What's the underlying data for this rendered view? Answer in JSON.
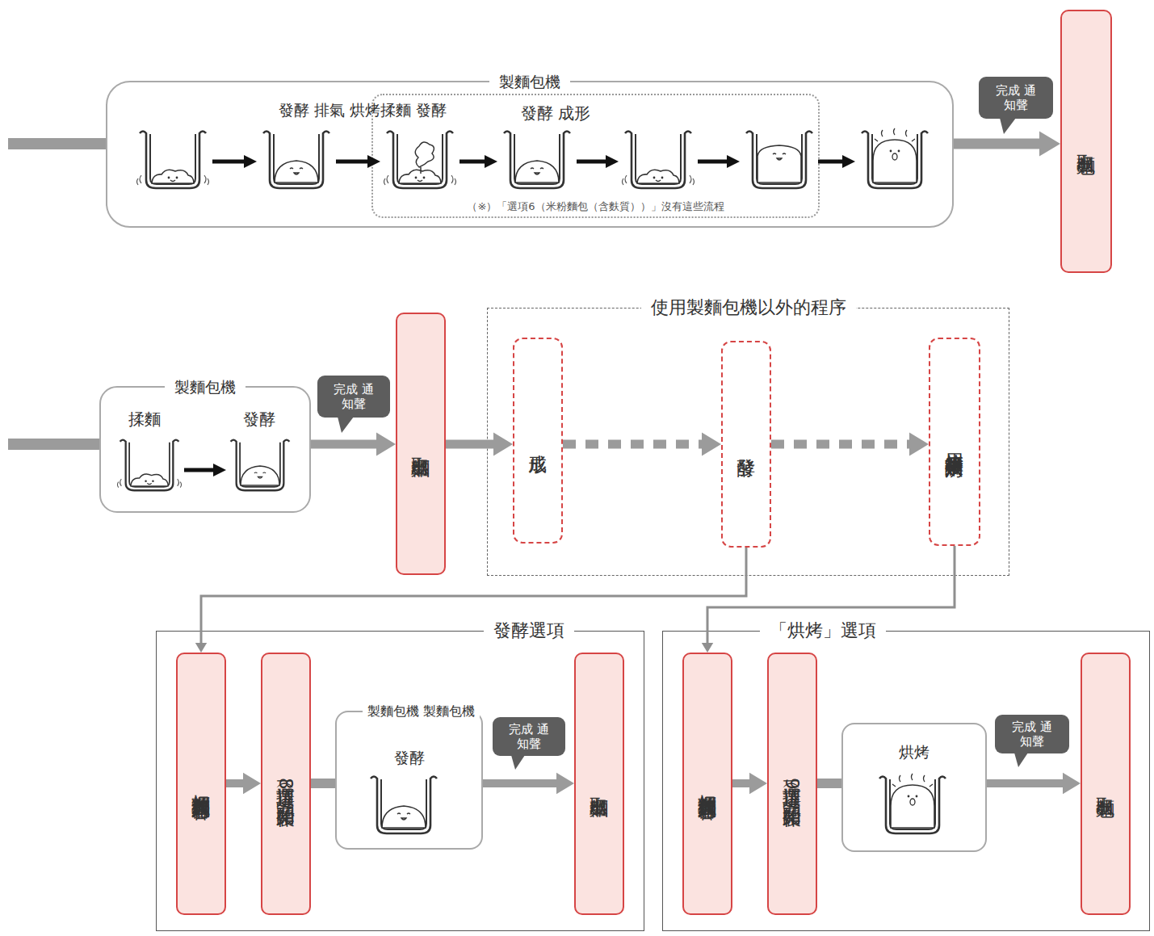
{
  "diagram": {
    "nodes": [
      {
        "text": [
          "製麵包機"
        ]
      },
      {
        "text": [
          "（※）「選項6（米粉麵包（含麩質））」沒有這些流程"
        ],
        "in": 0
      },
      {
        "text": [
          "完成 通知聲"
        ]
      },
      {
        "text": [
          "取出麵包"
        ]
      },
      {
        "text": [
          "製麵包機",
          "揉麵",
          "發酵"
        ]
      },
      {
        "text": [
          "完成 通知聲"
        ]
      },
      {
        "text": [
          "取出麵糰"
        ]
      },
      {
        "text": [
          "使用製麵包機以外的程序"
        ]
      },
      {
        "text": [
          "成形"
        ],
        "in": 7
      },
      {
        "text": [
          "發酵"
        ],
        "in": 7
      },
      {
        "text": [
          "用烤箱等設備來烘烤"
        ],
        "in": 7
      },
      {
        "text": [
          "發酵選項"
        ]
      },
      {
        "text": [
          "把麵糰放入麵包容器"
        ],
        "in": 11
      },
      {
        "text": [
          "選擇「選項（8）」開始製作"
        ],
        "in": 11
      },
      {
        "text": [
          "製麵包機 製麵包機",
          "發酵"
        ],
        "in": 11
      },
      {
        "text": [
          "完成 通知聲"
        ],
        "in": 11
      },
      {
        "text": [
          "取出麵糰"
        ],
        "in": 11
      },
      {
        "text": [
          "「烘烤」選項"
        ]
      },
      {
        "text": [
          "把麵糰放入麵包容器"
        ],
        "in": 17
      },
      {
        "text": [
          "選擇「選項（9）」開始製作"
        ],
        "in": 17
      },
      {
        "text": [
          "烘烤"
        ],
        "in": 17
      },
      {
        "text": [
          "完成 通知聲"
        ],
        "in": 17
      },
      {
        "text": [
          "取出麵包"
        ],
        "in": 17
      }
    ],
    "edges": [
      {
        "from": 0,
        "to": 3,
        "arrow": "to"
      },
      {
        "from": 4,
        "to": 6,
        "arrow": "to"
      },
      {
        "from": 6,
        "to": 8,
        "arrow": "to"
      },
      {
        "from": 8,
        "to": 9,
        "arrow": "to"
      },
      {
        "from": 9,
        "to": 10,
        "arrow": "to"
      },
      {
        "from": 9,
        "to": 12,
        "arrow": "to"
      },
      {
        "from": 12,
        "to": 13,
        "arrow": "to"
      },
      {
        "from": 13,
        "to": 14,
        "arrow": "none"
      },
      {
        "from": 14,
        "to": 16,
        "arrow": "to"
      },
      {
        "from": 10,
        "to": 18,
        "arrow": "to"
      },
      {
        "from": 18,
        "to": 19,
        "arrow": "to"
      },
      {
        "from": 19,
        "to": 20,
        "arrow": "none"
      },
      {
        "from": 20,
        "to": 22,
        "arrow": "to"
      }
    ],
    "labels": [
      "發酵 排氣 烘烤揉麵 發酵",
      "發酵 成形"
    ]
  }
}
